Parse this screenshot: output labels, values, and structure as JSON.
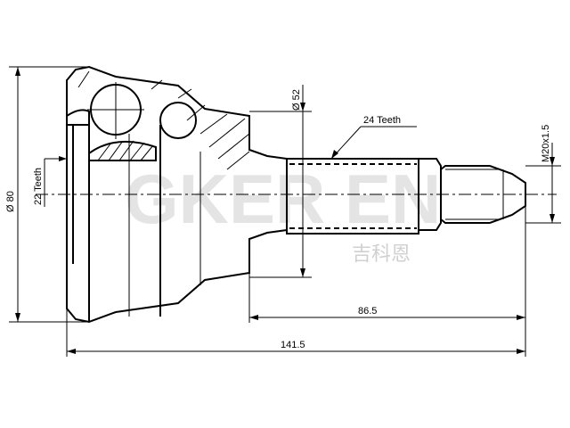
{
  "labels": {
    "outer_diameter": "Ø 80",
    "inner_teeth": "22 Teeth",
    "seal_diameter": "Ø 52",
    "outer_teeth": "24 Teeth",
    "thread": "M20x1.5",
    "shaft_length": "86.5",
    "total_length": "141.5"
  },
  "watermark": {
    "latin": "GKER EN",
    "chinese": "吉科恩"
  }
}
